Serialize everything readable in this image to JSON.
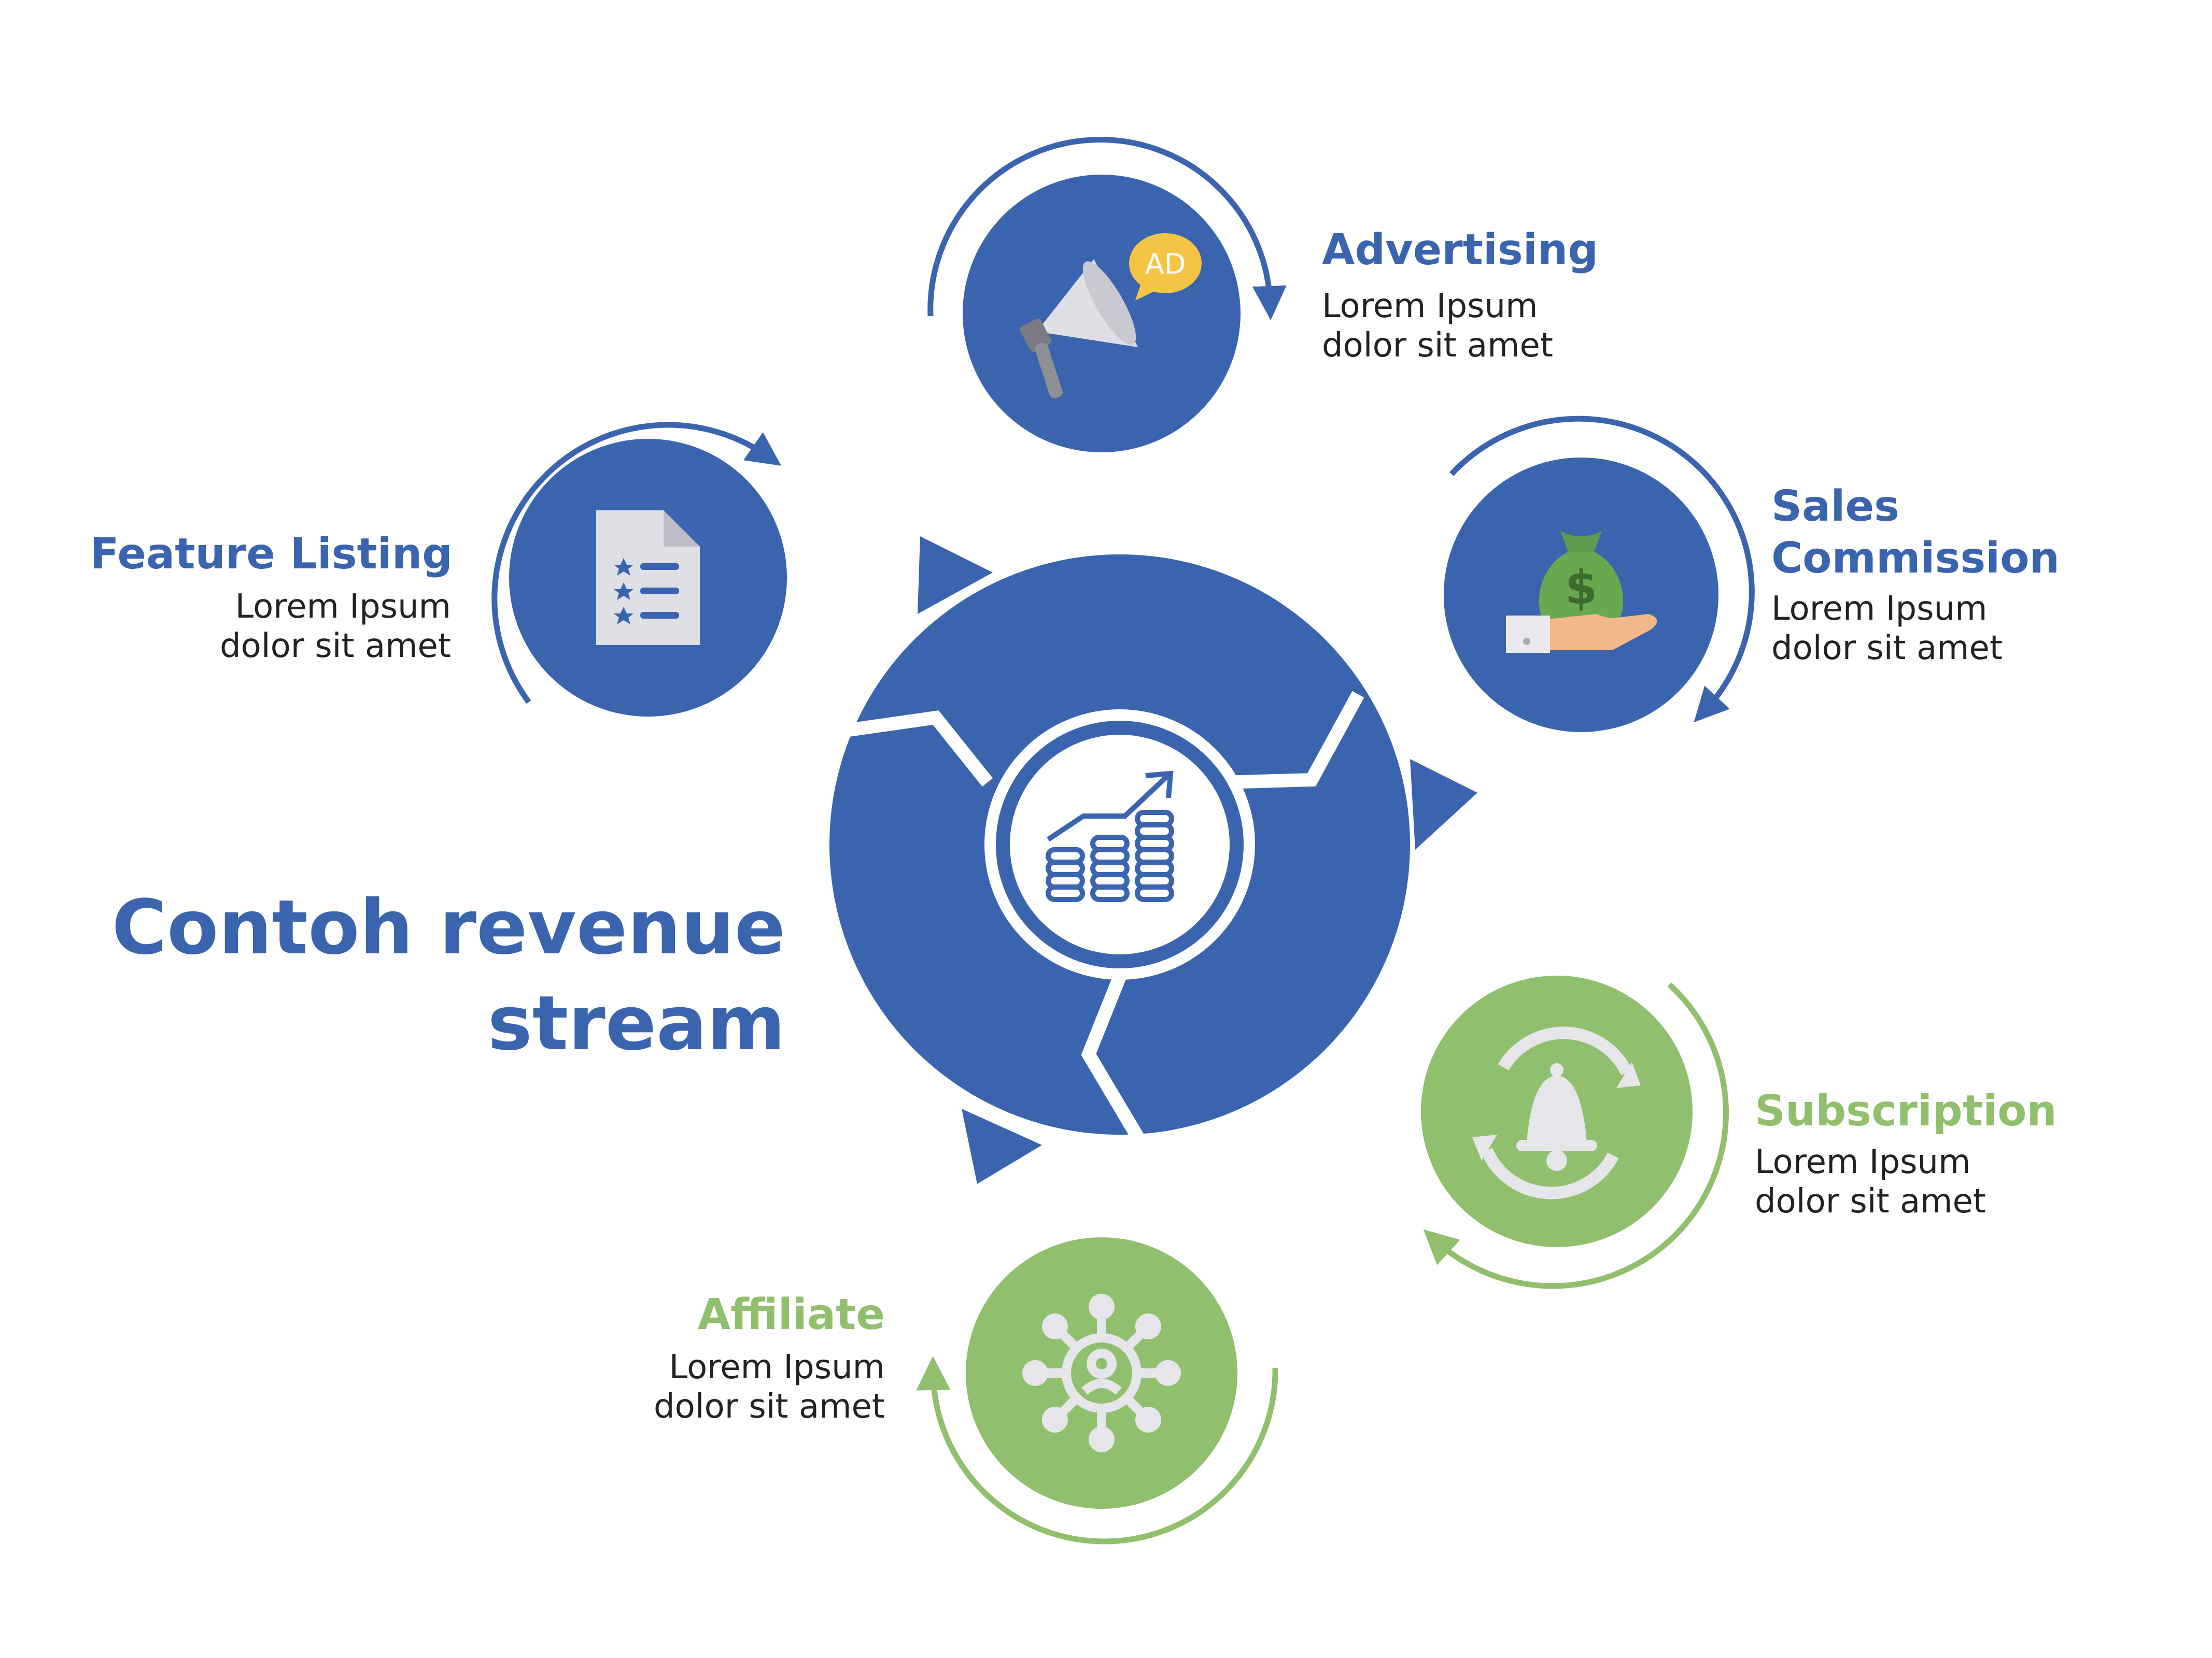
{
  "title": {
    "line1": "Contoh revenue",
    "line2": "stream"
  },
  "colors": {
    "blue": "#3a64ad",
    "green": "#90bf6e",
    "white": "#ffffff",
    "text": "#222222"
  },
  "center": {
    "icon": "coins-growth-chart-icon"
  },
  "items": [
    {
      "id": "advertising",
      "label": "Advertising",
      "desc1": "Lorem Ipsum",
      "desc2": "dolor sit amet",
      "icon": "megaphone-ad-icon",
      "color": "blue"
    },
    {
      "id": "sales-commission",
      "label1": "Sales",
      "label2": "Commission",
      "desc1": "Lorem Ipsum",
      "desc2": "dolor sit amet",
      "icon": "money-bag-hand-icon",
      "color": "blue"
    },
    {
      "id": "subscription",
      "label": "Subscription",
      "desc1": "Lorem Ipsum",
      "desc2": "dolor sit amet",
      "icon": "bell-refresh-icon",
      "color": "green"
    },
    {
      "id": "affiliate",
      "label": "Affiliate",
      "desc1": "Lorem Ipsum",
      "desc2": "dolor sit amet",
      "icon": "affiliate-network-icon",
      "color": "green"
    },
    {
      "id": "feature-listing",
      "label": "Feature Listing",
      "desc1": "Lorem Ipsum",
      "desc2": "dolor sit amet",
      "icon": "document-list-icon",
      "color": "blue"
    }
  ]
}
